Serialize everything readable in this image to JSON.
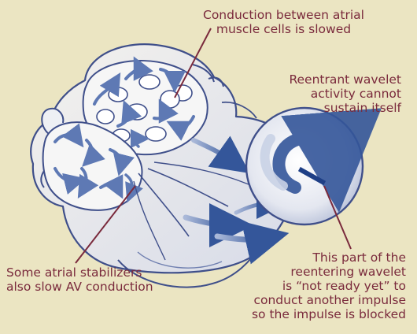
{
  "labels": {
    "conduction": "Conduction between atrial\nmuscle cells is slowed",
    "wavelet": "Reentrant wavelet\nactivity cannot\nsustain itself",
    "not_ready": "This part of the\nreentering wavelet\nis “not ready yet” to\nconduct another impulse\nso the impulse is blocked",
    "stabilizers": "Some atrial stabilizers\nalso slow AV conduction"
  },
  "colors": {
    "background": "#ebe5c2",
    "label_text": "#7a2a3c",
    "leader_line": "#7a2a3c",
    "outline": "#3f4f8a",
    "arrow": "#3b5a9c",
    "block_bar": "#1e3f86"
  }
}
